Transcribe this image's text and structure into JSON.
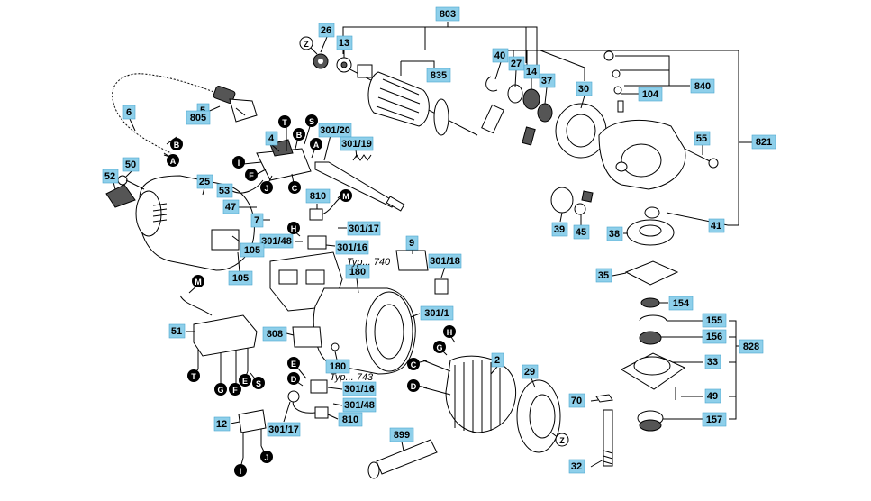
{
  "labels": {
    "l803": "803",
    "l26": "26",
    "l13": "13",
    "l835": "835",
    "l40": "40",
    "l27": "27",
    "l14": "14",
    "l37": "37",
    "l30": "30",
    "l840": "840",
    "l104": "104",
    "l821": "821",
    "l55": "55",
    "l6": "6",
    "l5": "5",
    "l805": "805",
    "l4": "4",
    "l301_20": "301/20",
    "l301_19": "301/19",
    "l50": "50",
    "l52": "52",
    "l25": "25",
    "l53": "53",
    "l810a": "810",
    "l47": "47",
    "l7": "7",
    "l301_17a": "301/17",
    "l301_48a": "301/48",
    "l301_16a": "301/16",
    "l105a": "105",
    "l105b": "105",
    "l9": "9",
    "l301_18": "301/18",
    "l180a": "180",
    "l301_1": "301/1",
    "l39": "39",
    "l45": "45",
    "l38": "38",
    "l41": "41",
    "l35": "35",
    "l154": "154",
    "l155": "155",
    "l156": "156",
    "l828": "828",
    "l33": "33",
    "l49": "49",
    "l157": "157",
    "l70": "70",
    "l32": "32",
    "l51": "51",
    "l808": "808",
    "l180b": "180",
    "l301_16b": "301/16",
    "l301_48b": "301/48",
    "l810b": "810",
    "l12": "12",
    "l301_17b": "301/17",
    "l2": "2",
    "l29": "29",
    "l899": "899"
  },
  "typ": {
    "t740": "Typ... 740",
    "t743": "Typ... 743"
  },
  "letters": {
    "Z": "Z",
    "B": "B",
    "A": "A",
    "T": "T",
    "S": "S",
    "I": "I",
    "F": "F",
    "J": "J",
    "C": "C",
    "M": "M",
    "H": "H",
    "G": "G",
    "E": "E",
    "D": "D"
  },
  "colors": {
    "label_box": "#8ecfea",
    "letter_circle": "#000000"
  }
}
